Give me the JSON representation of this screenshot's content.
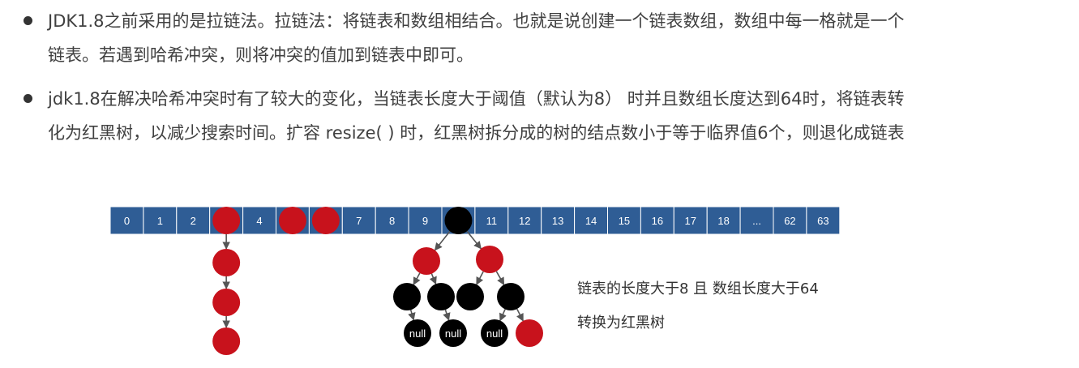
{
  "bullets": [
    {
      "lines": [
        "JDK1.8之前采用的是拉链法。拉链法：将链表和数组相结合。也就是说创建一个链表数组，数组中每一格就是一个",
        "链表。若遇到哈希冲突，则将冲突的值加到链表中即可。"
      ]
    },
    {
      "lines": [
        "jdk1.8在解决哈希冲突时有了较大的变化，当链表长度大于阈值（默认为8） 时并且数组长度达到64时，将链表转",
        "化为红黑树，以减少搜索时间。扩容 resize( ) 时，红黑树拆分成的树的结点数小于等于临界值6个，则退化成链表"
      ]
    }
  ],
  "diagram": {
    "array_cells": [
      "0",
      "1",
      "2",
      "",
      "4",
      "",
      "",
      "7",
      "8",
      "9",
      "",
      "11",
      "12",
      "13",
      "14",
      "15",
      "16",
      "17",
      "18",
      "...",
      "62",
      "63"
    ],
    "null_label": "null",
    "captions": [
      "链表的长度大于8 且 数组长度大于64",
      "转换为红黑树"
    ],
    "colors": {
      "cell_fill": "#2f5d95",
      "cell_border": "#ffffff",
      "red_node": "#c8121c",
      "black_node": "#000000",
      "arrow": "#555555"
    }
  }
}
